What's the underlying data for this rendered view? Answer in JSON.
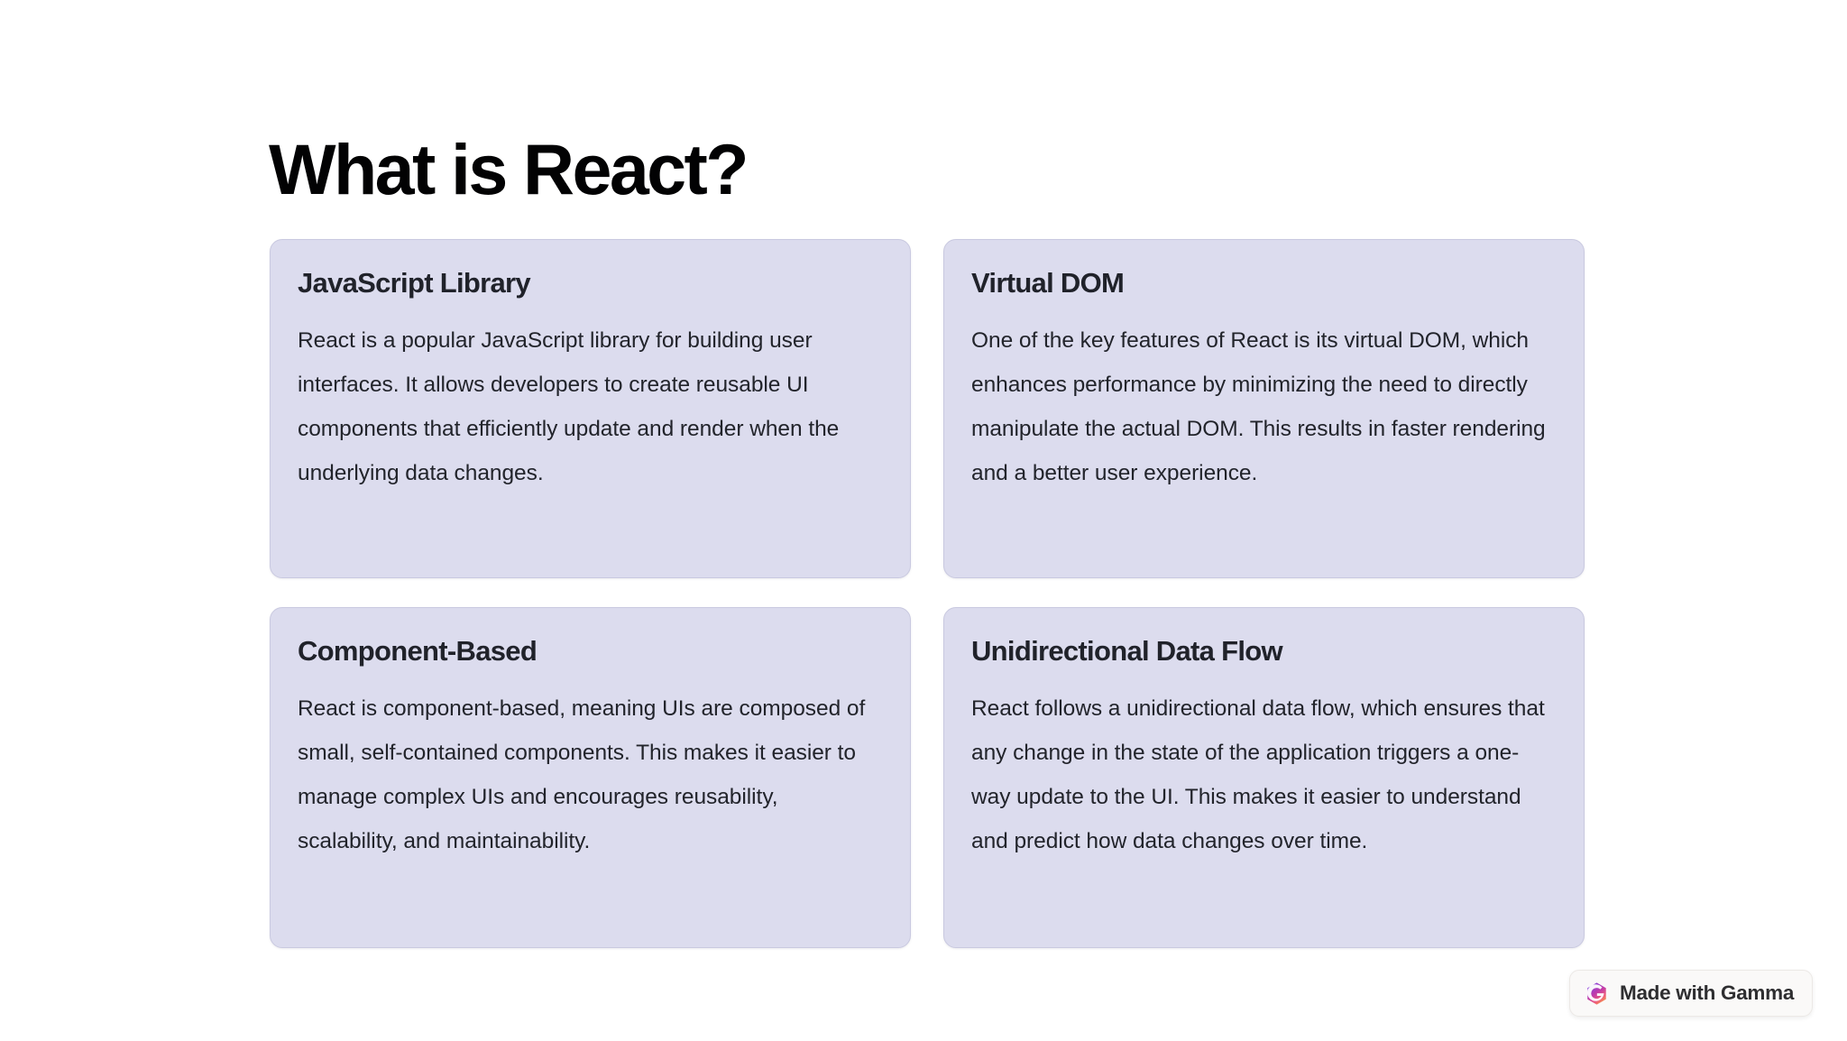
{
  "slide": {
    "title": "What is React?",
    "background_color": "#ffffff",
    "title_color": "#020203"
  },
  "cards": [
    {
      "title": "JavaScript Library",
      "body": "React is a popular JavaScript library for building user interfaces. It allows developers to create reusable UI components that efficiently update and render when the underlying data changes."
    },
    {
      "title": "Virtual DOM",
      "body": "One of the key features of React is its virtual DOM, which enhances performance by minimizing the need to directly manipulate the actual DOM. This results in faster rendering and a better user experience."
    },
    {
      "title": "Component-Based",
      "body": "React is component-based, meaning UIs are composed of small, self-contained components. This makes it easier to manage complex UIs and encourages reusability, scalability, and maintainability."
    },
    {
      "title": "Unidirectional Data Flow",
      "body": "React follows a unidirectional data flow, which ensures that any change in the state of the application triggers a one-way update to the UI. This makes it easier to understand and predict how data changes over time."
    }
  ],
  "card_style": {
    "background_color": "#dcdcee",
    "border_color": "#c9c9e0",
    "title_color": "#20222a",
    "body_color": "#22242b"
  },
  "badge": {
    "label": "Made with Gamma",
    "icon": "gamma-hexagon-logo-icon",
    "background_color": "#faf9f8",
    "text_color": "#2e2e30",
    "gradient_from": "#7b3fe4",
    "gradient_mid": "#d9409a",
    "gradient_to": "#f59b42"
  }
}
